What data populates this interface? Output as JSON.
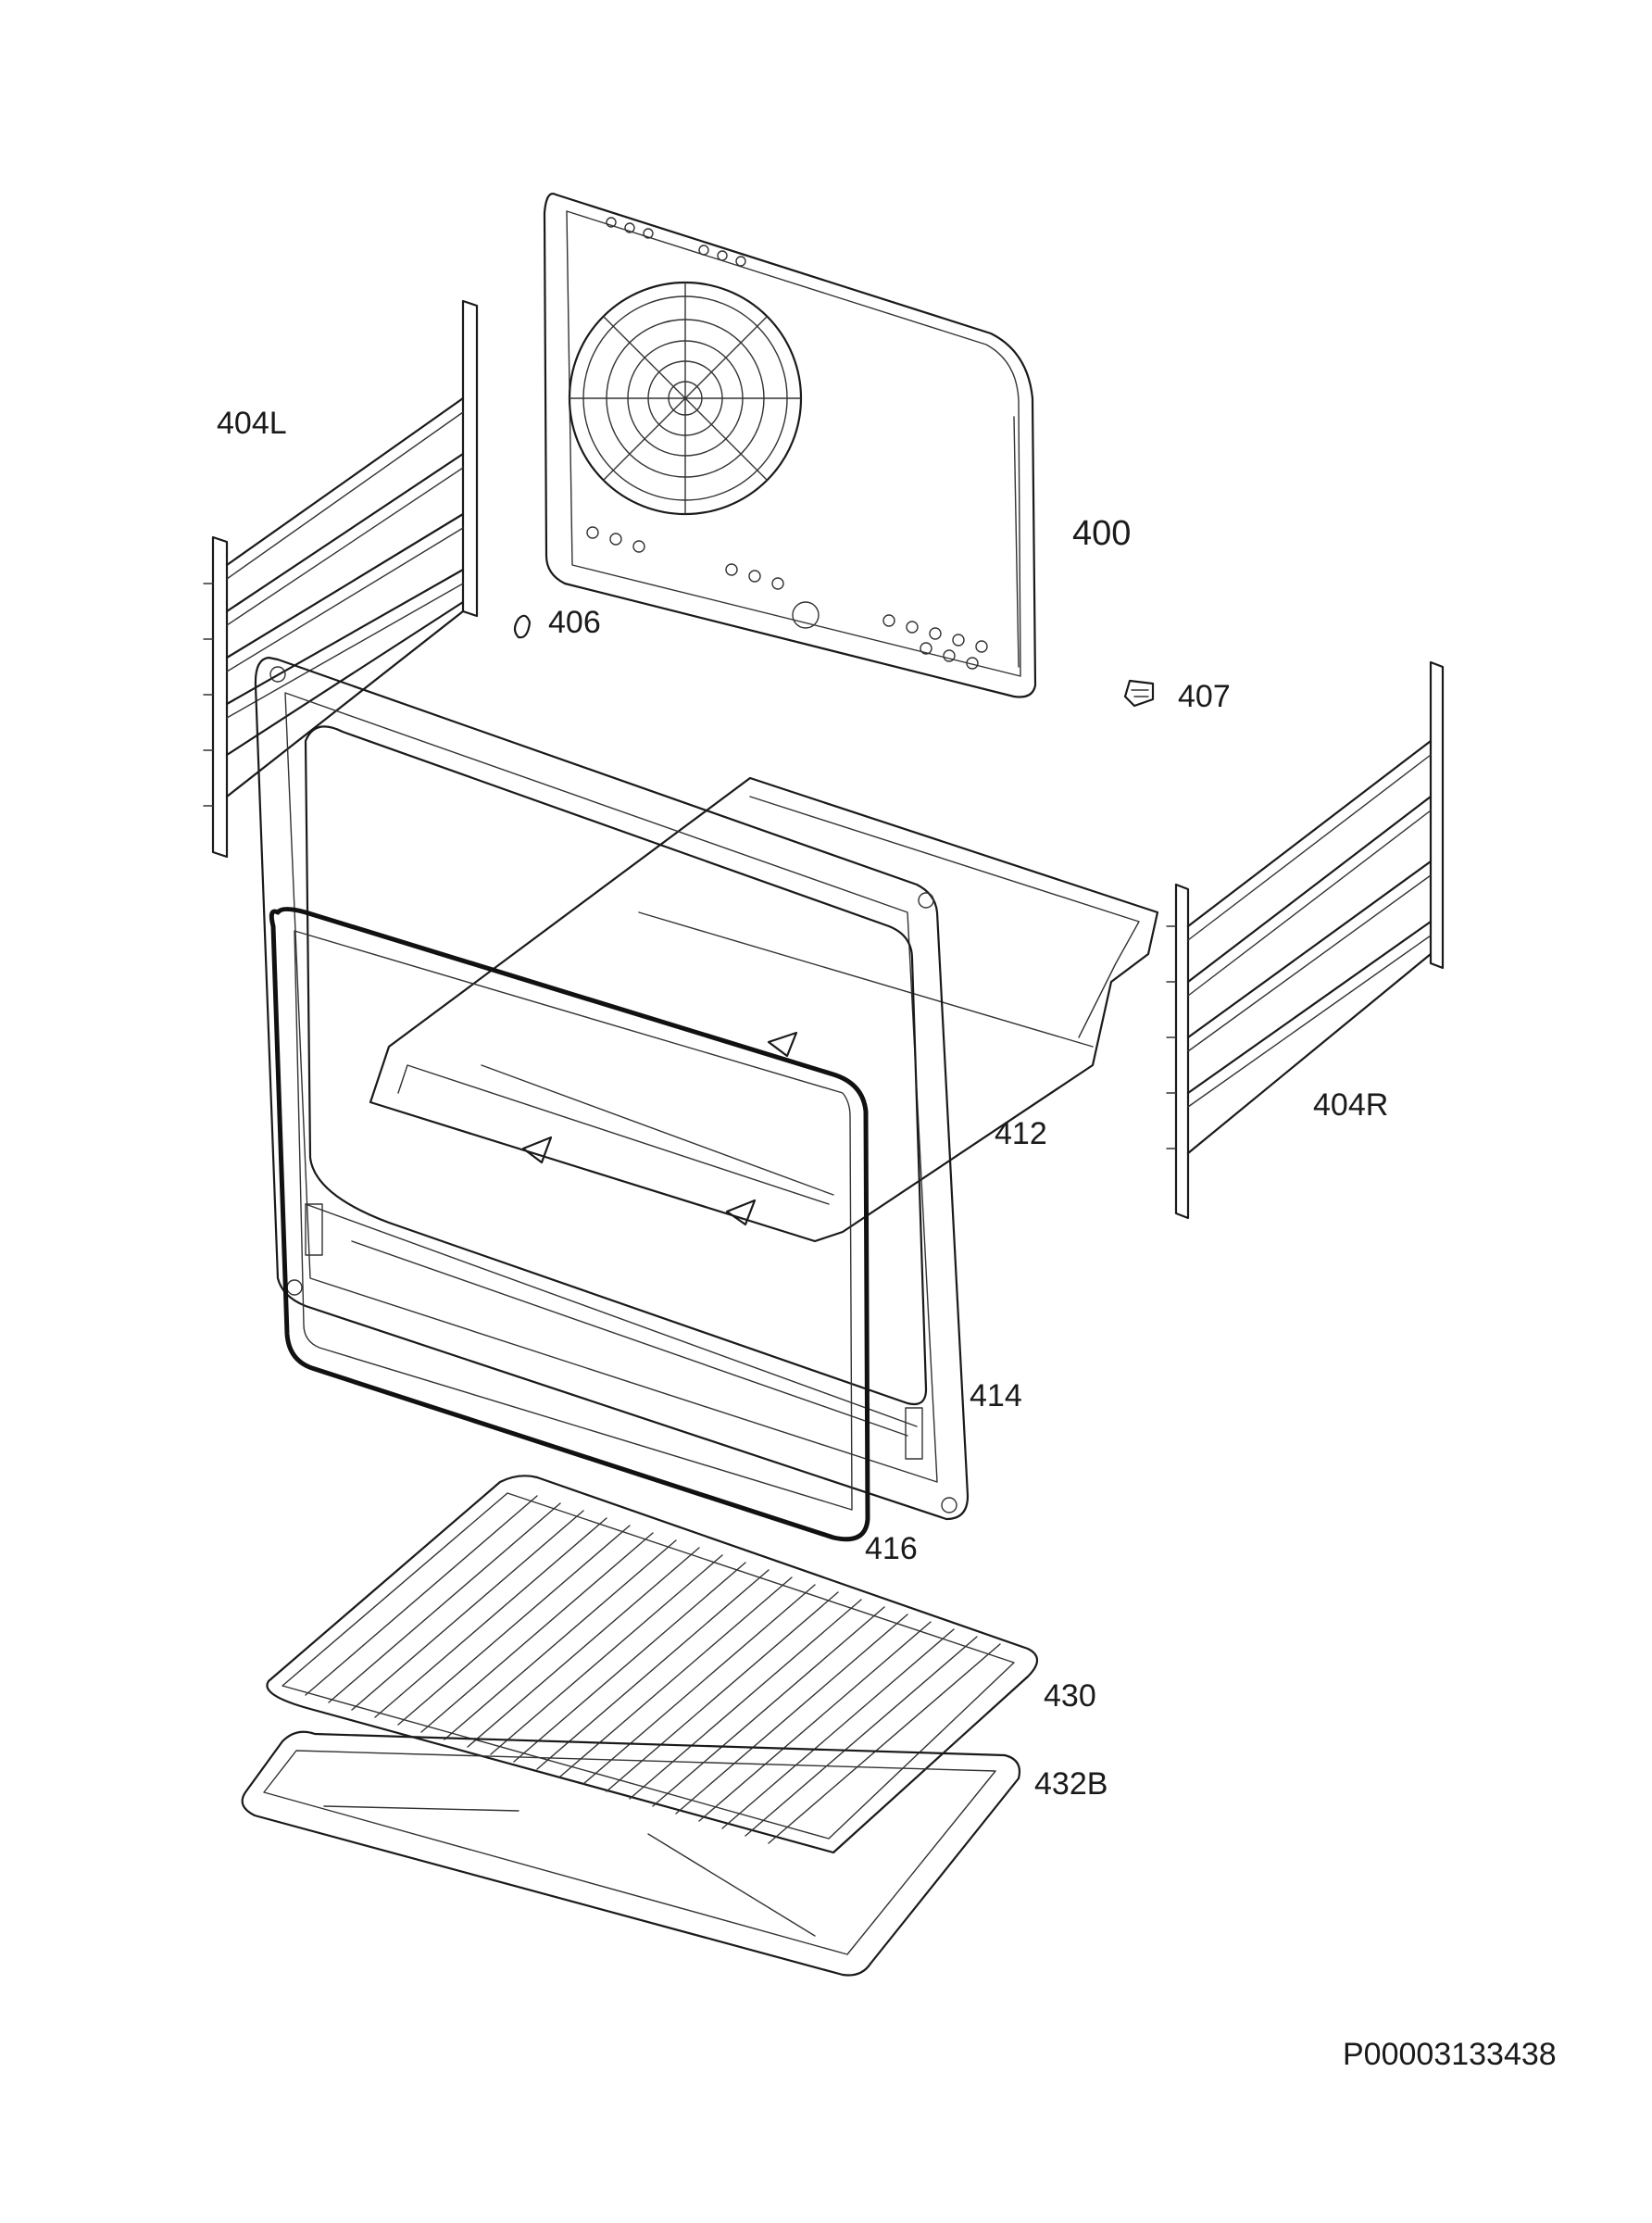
{
  "parts": [
    {
      "id": "400",
      "label": "400"
    },
    {
      "id": "404L",
      "label": "404L"
    },
    {
      "id": "404R",
      "label": "404R"
    },
    {
      "id": "406",
      "label": "406"
    },
    {
      "id": "407",
      "label": "407"
    },
    {
      "id": "412",
      "label": "412"
    },
    {
      "id": "414",
      "label": "414"
    },
    {
      "id": "416",
      "label": "416"
    },
    {
      "id": "430",
      "label": "430"
    },
    {
      "id": "432B",
      "label": "432B"
    }
  ],
  "document_id": "P00003133438"
}
